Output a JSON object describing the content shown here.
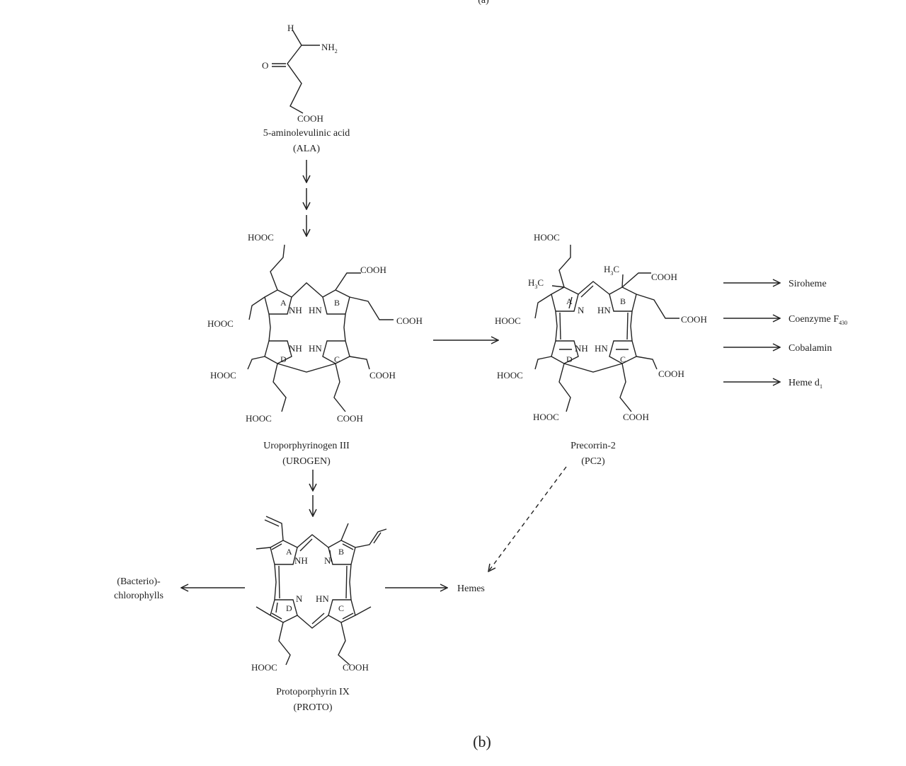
{
  "top_label": "(a)",
  "panel_label": "(b)",
  "ala": {
    "atoms": {
      "h": "H",
      "nh2": "NH",
      "nh2_sub": "2",
      "o": "O",
      "cooh": "COOH"
    },
    "name": "5-aminolevulinic acid",
    "abbr": "(ALA)"
  },
  "urogen": {
    "name": "Uroporphyrinogen III",
    "abbr": "(UROGEN)",
    "atoms": {
      "hooc_top": "HOOC",
      "cooh_tr": "COOH",
      "hooc_left": "HOOC",
      "cooh_right": "COOH",
      "hooc_lowleft": "HOOC",
      "cooh_lowright": "COOH",
      "hooc_bottom": "HOOC",
      "cooh_bottom": "COOH",
      "nh_a": "NH",
      "hn_b": "HN",
      "nh_d": "NH",
      "hn_c": "HN"
    },
    "rings": {
      "a": "A",
      "b": "B",
      "c": "C",
      "d": "D"
    }
  },
  "pc2": {
    "name": "Precorrin-2",
    "abbr": "(PC2)",
    "atoms": {
      "hooc_top": "HOOC",
      "h3c_a": "H",
      "h3c_a_sub": "3",
      "h3c_a_c": "C",
      "h3c_b": "H",
      "h3c_b_sub": "3",
      "h3c_b_c": "C",
      "cooh_tr": "COOH",
      "hooc_left": "HOOC",
      "cooh_right": "COOH",
      "hooc_lowleft": "HOOC",
      "cooh_lowright": "COOH",
      "hooc_bottom": "HOOC",
      "cooh_bottom": "COOH",
      "n_a": "N",
      "hn_b": "HN",
      "nh_d": "NH",
      "hn_c": "HN"
    },
    "rings": {
      "a": "A",
      "b": "B",
      "c": "C",
      "d": "D"
    }
  },
  "proto": {
    "name": "Protoporphyrin IX",
    "abbr": "(PROTO)",
    "atoms": {
      "nh_a": "NH",
      "n_b": "N",
      "n_d": "N",
      "hn_c": "HN",
      "hooc_bottom": "HOOC",
      "cooh_bottom": "COOH"
    },
    "rings": {
      "a": "A",
      "b": "B",
      "c": "C",
      "d": "D"
    }
  },
  "products": {
    "siroheme": "Siroheme",
    "coenzyme": "Coenzyme F",
    "coenzyme_sub": "430",
    "cobalamin": "Cobalamin",
    "heme_d1": "Heme d",
    "heme_d1_sub": "1",
    "hemes": "Hemes",
    "bacterio_line1": "(Bacterio)-",
    "bacterio_line2": "chlorophylls"
  }
}
